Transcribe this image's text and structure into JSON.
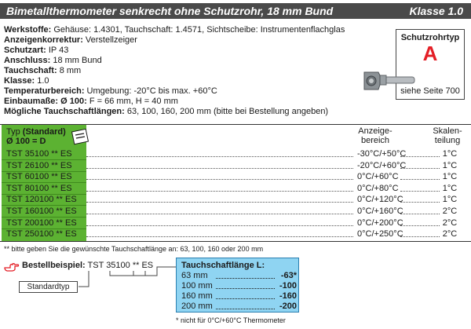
{
  "header": {
    "title": "Bimetallthermometer senkrecht ohne Schutzrohr, 18 mm Bund",
    "klasse": "Klasse 1.0"
  },
  "specs": [
    {
      "label": "Werkstoffe:",
      "value": " Gehäuse: 1.4301, Tauchschaft: 1.4571, Sichtscheibe: Instrumentenflachglas"
    },
    {
      "label": "Anzeigenkorrektur:",
      "value": " Verstellzeiger"
    },
    {
      "label": "Schutzart:",
      "value": " IP 43"
    },
    {
      "label": "Anschluss:",
      "value": " 18 mm Bund"
    },
    {
      "label": "Tauchschaft:",
      "value": " 8 mm"
    },
    {
      "label": "Klasse:",
      "value": " 1.0"
    },
    {
      "label": "Temperaturbereich:",
      "value": " Umgebung: -20°C bis max. +60°C"
    },
    {
      "label": "Einbaumaße: Ø 100:",
      "value": " F = 66 mm, H = 40 mm"
    },
    {
      "label": "Mögliche Tauchschaftlängen:",
      "value": " 63, 100, 160, 200 mm (bitte bei Bestellung angeben)"
    }
  ],
  "schutzrohr": {
    "heading": "Schutzrohrtyp",
    "letter": "A",
    "ref": "siehe Seite 700"
  },
  "table": {
    "typ_prefix": "Typ ",
    "typ_standard": "(Standard)",
    "diameter": "Ø 100 = D",
    "col_range_1": "Anzeige-",
    "col_range_2": "bereich",
    "col_scale_1": "Skalen-",
    "col_scale_2": "teilung",
    "rows": [
      {
        "code": "TST 35100 ** ES",
        "range": "-30°C/+50°C",
        "scale": "1°C"
      },
      {
        "code": "TST 26100 ** ES",
        "range": "-20°C/+60°C",
        "scale": "1°C"
      },
      {
        "code": "TST 60100 ** ES",
        "range": "0°C/+60°C",
        "scale": "1°C"
      },
      {
        "code": "TST 80100 ** ES",
        "range": "0°C/+80°C",
        "scale": "1°C"
      },
      {
        "code": "TST 120100 ** ES",
        "range": "0°C/+120°C",
        "scale": "1°C"
      },
      {
        "code": "TST 160100 ** ES",
        "range": "0°C/+160°C",
        "scale": "2°C"
      },
      {
        "code": "TST 200100 ** ES",
        "range": "0°C/+200°C",
        "scale": "2°C"
      },
      {
        "code": "TST 250100 ** ES",
        "range": "0°C/+250°C",
        "scale": "2°C"
      }
    ]
  },
  "note_lengths": "** bitte geben Sie die gewünschte Tauchschaftlänge an: 63, 100, 160 oder 200 mm",
  "order": {
    "label": "Bestellbeispiel:",
    "code": " TST 35100 ** ES",
    "standard_label": "Standardtyp"
  },
  "lengths": {
    "heading": "Tauchschaftlänge L:",
    "items": [
      {
        "length": "63 mm",
        "code": "-63*"
      },
      {
        "length": "100 mm",
        "code": "-100"
      },
      {
        "length": "160 mm",
        "code": "-160"
      },
      {
        "length": "200 mm",
        "code": "-200"
      }
    ],
    "footnote": "* nicht für 0°C/+60°C Thermometer"
  },
  "colors": {
    "title_bar": "#4a4a4a",
    "standard_green": "#5cb232",
    "length_box": "#8fd4f2",
    "accent_red": "#e41f26"
  }
}
